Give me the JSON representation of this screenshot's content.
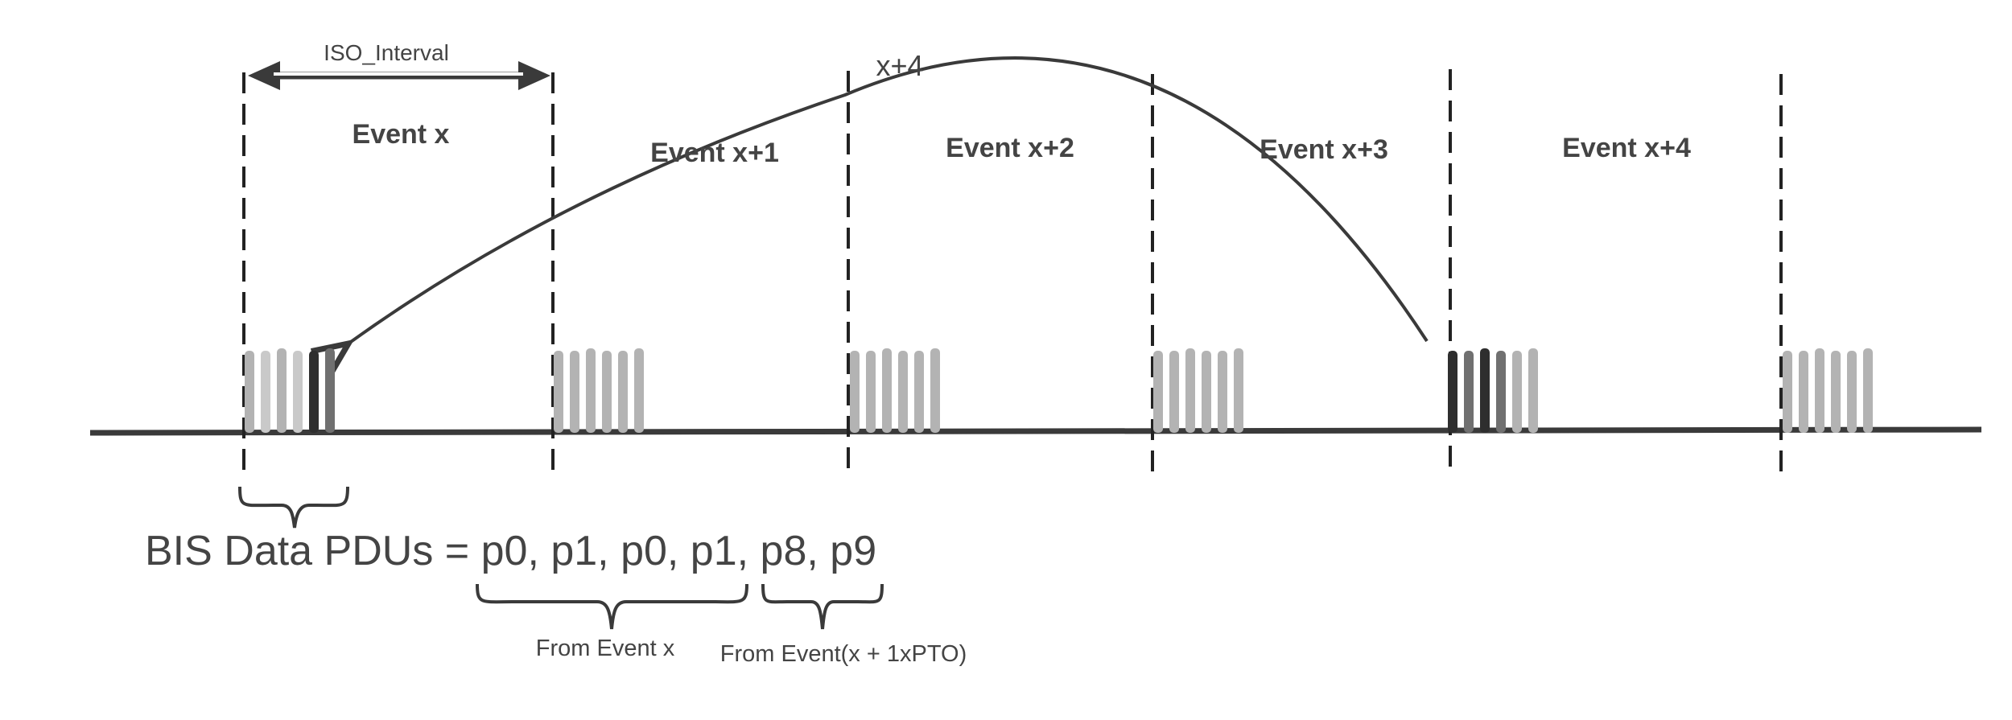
{
  "interval_label": "ISO_Interval",
  "arc_label": "x+4",
  "events": [
    {
      "label": "Event x"
    },
    {
      "label": "Event x+1"
    },
    {
      "label": "Event x+2"
    },
    {
      "label": "Event x+3"
    },
    {
      "label": "Event x+4"
    }
  ],
  "pdu_line": "BIS Data PDUs = p0, p1, p0, p1, p8, p9",
  "from_event_x": "From Event x",
  "from_event_pto": "From Event(x + 1xPTO)",
  "colors": {
    "line": "#3a3a3a",
    "text": "#444444",
    "pdu_light": "#c9c9c9",
    "pdu_mid": "#b3b3b3",
    "pdu_gray": "#707070",
    "pdu_dark": "#2e2e2e"
  },
  "pdu_groups": [
    {
      "name": "event-x",
      "shades": [
        "pdu_mid",
        "pdu_light",
        "pdu_mid",
        "pdu_light",
        "pdu_dark",
        "pdu_gray"
      ]
    },
    {
      "name": "event-x1",
      "shades": [
        "pdu_mid",
        "pdu_mid",
        "pdu_mid",
        "pdu_mid",
        "pdu_mid",
        "pdu_mid"
      ]
    },
    {
      "name": "event-x2",
      "shades": [
        "pdu_mid",
        "pdu_mid",
        "pdu_mid",
        "pdu_mid",
        "pdu_mid",
        "pdu_mid"
      ]
    },
    {
      "name": "event-x3",
      "shades": [
        "pdu_mid",
        "pdu_mid",
        "pdu_mid",
        "pdu_mid",
        "pdu_mid",
        "pdu_mid"
      ]
    },
    {
      "name": "event-x4-retransmit",
      "shades": [
        "pdu_dark",
        "pdu_gray",
        "pdu_dark",
        "pdu_gray",
        "pdu_mid",
        "pdu_mid"
      ]
    },
    {
      "name": "event-x5",
      "shades": [
        "pdu_mid",
        "pdu_mid",
        "pdu_mid",
        "pdu_mid",
        "pdu_mid",
        "pdu_mid"
      ]
    }
  ]
}
